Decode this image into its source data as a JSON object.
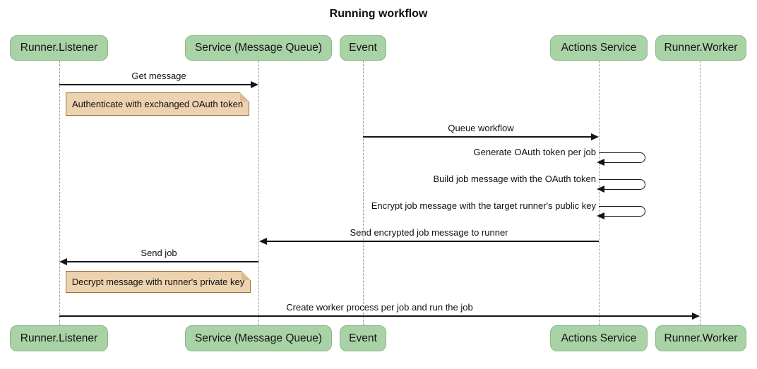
{
  "title": "Running workflow",
  "diagram_type": "sequence-diagram",
  "participants": [
    {
      "label": "Runner.Listener"
    },
    {
      "label": "Service (Message Queue)"
    },
    {
      "label": "Event"
    },
    {
      "label": "Actions Service"
    },
    {
      "label": "Runner.Worker"
    }
  ],
  "messages": [
    {
      "label": "Get message",
      "from": "Runner.Listener",
      "to": "Service (Message Queue)",
      "kind": "solid-arrow"
    },
    {
      "label": "Queue workflow",
      "from": "Event",
      "to": "Actions Service",
      "kind": "solid-arrow"
    },
    {
      "label": "Generate OAuth token per job",
      "from": "Actions Service",
      "to": "Actions Service",
      "kind": "self-loop"
    },
    {
      "label": "Build job message with the OAuth token",
      "from": "Actions Service",
      "to": "Actions Service",
      "kind": "self-loop"
    },
    {
      "label": "Encrypt job message with the target runner's public key",
      "from": "Actions Service",
      "to": "Actions Service",
      "kind": "self-loop"
    },
    {
      "label": "Send encrypted job message to runner",
      "from": "Actions Service",
      "to": "Service (Message Queue)",
      "kind": "solid-arrow"
    },
    {
      "label": "Send job",
      "from": "Service (Message Queue)",
      "to": "Runner.Listener",
      "kind": "solid-arrow"
    },
    {
      "label": "Create worker process per job and run the job",
      "from": "Runner.Listener",
      "to": "Runner.Worker",
      "kind": "solid-arrow"
    }
  ],
  "notes": [
    {
      "label": "Authenticate with exchanged OAuth token",
      "over": "Runner.Listener"
    },
    {
      "label": "Decrypt message with runner's private key",
      "over": "Runner.Listener"
    }
  ],
  "colors": {
    "actor_fill": "#a9d2a6",
    "actor_border": "#87ba84",
    "note_fill": "#ecd2ae",
    "note_border": "#96713a",
    "lifeline": "#9c9c9c",
    "line": "#151515",
    "background": "#ffffff"
  }
}
